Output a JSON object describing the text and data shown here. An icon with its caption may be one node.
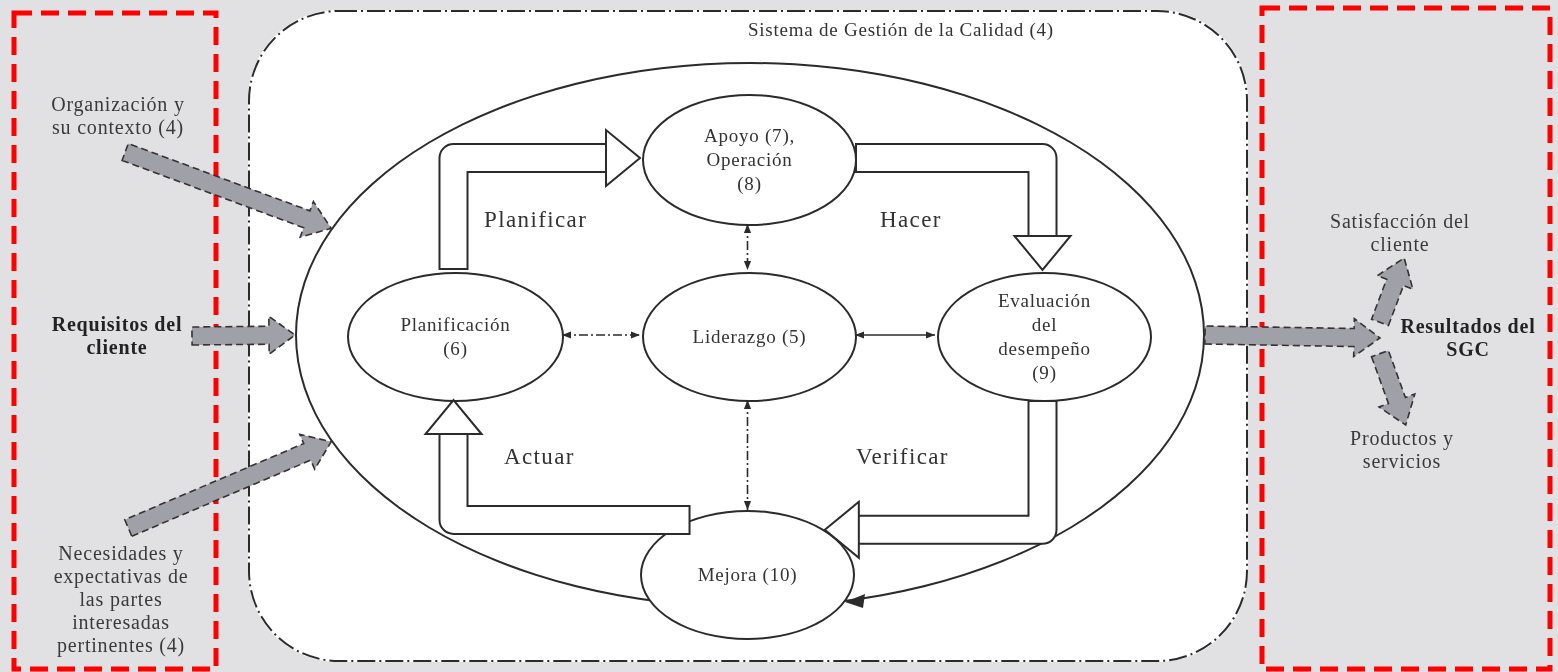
{
  "diagram": {
    "nodes": [
      {
        "text": [
          "Sistema de Gestión de la Calidad (4)"
        ]
      },
      {
        "text": [],
        "shape": "circle",
        "in": 0
      },
      {
        "text": [
          "Apoyo (7), Operación (8)"
        ],
        "in": 1
      },
      {
        "text": [
          "Planificación (6)"
        ],
        "in": 1
      },
      {
        "text": [
          "Liderazgo (5)"
        ],
        "in": 1
      },
      {
        "text": [
          "Evaluación del desempeño (9)"
        ],
        "in": 1
      },
      {
        "text": [
          "Mejora (10)"
        ],
        "in": 0
      },
      {
        "text": [
          "Organización y su contexto (4)"
        ]
      },
      {
        "text": [
          "Requisitos del cliente"
        ]
      },
      {
        "text": [
          "Necesidades y expectativas de las partes interesadas pertinentes (4)"
        ]
      },
      {
        "text": [
          "Resultados del SGC"
        ]
      },
      {
        "text": [
          "Satisfacción del cliente"
        ]
      },
      {
        "text": [
          "Productos y servicios"
        ]
      }
    ],
    "edges": [
      {
        "from": 7,
        "to": 1,
        "arrow": "to",
        "style": "thick",
        "color": "#9fa0a8"
      },
      {
        "from": 8,
        "to": 1,
        "arrow": "to",
        "style": "thick",
        "color": "#9fa0a8"
      },
      {
        "from": 9,
        "to": 1,
        "arrow": "to",
        "style": "thick",
        "color": "#9fa0a8"
      },
      {
        "from": 1,
        "to": 10,
        "arrow": "to",
        "style": "thick",
        "color": "#9fa0a8"
      },
      {
        "from": 10,
        "to": 11,
        "arrow": "to",
        "style": "thick",
        "color": "#9fa0a8"
      },
      {
        "from": 10,
        "to": 12,
        "arrow": "to",
        "style": "thick",
        "color": "#9fa0a8"
      },
      {
        "from": 2,
        "to": 4,
        "arrow": "both",
        "style": "dashed"
      },
      {
        "from": 3,
        "to": 4,
        "arrow": "both",
        "style": "dashed"
      },
      {
        "from": 4,
        "to": 5,
        "arrow": "both"
      },
      {
        "from": 4,
        "to": 6,
        "arrow": "both",
        "style": "dashed"
      },
      {
        "from": 3,
        "to": 2,
        "arrow": "to",
        "style": "thick",
        "label": "Planificar"
      },
      {
        "from": 2,
        "to": 5,
        "arrow": "to",
        "style": "thick",
        "label": "Hacer"
      },
      {
        "from": 5,
        "to": 6,
        "arrow": "to",
        "style": "thick",
        "label": "Verificar"
      },
      {
        "from": 6,
        "to": 3,
        "arrow": "to",
        "style": "thick",
        "label": "Actuar"
      }
    ]
  }
}
